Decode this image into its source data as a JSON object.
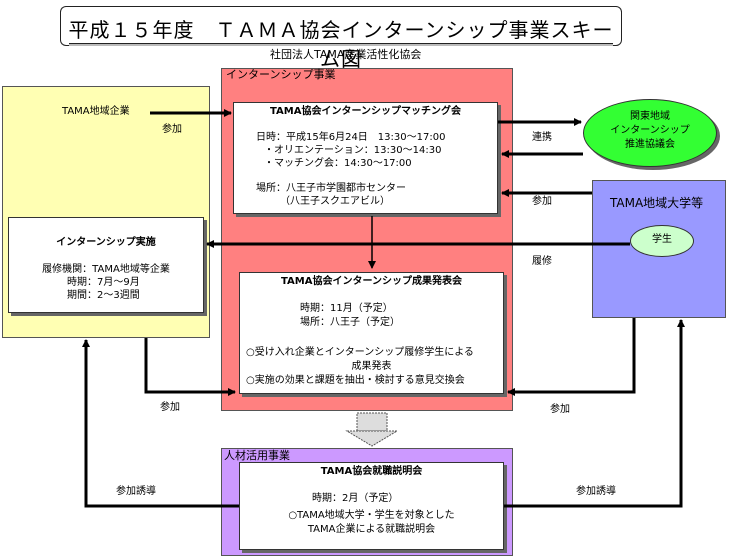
{
  "title": "平成１５年度　ＴＡＭＡ協会インターンシップ事業スキーム図",
  "organizer": "社団法人TAMA産業活性化協会",
  "areas": {
    "internship_program": "インターンシップ事業",
    "hr_program": "人材活用事業",
    "university": "TAMA地域大学等"
  },
  "companies": {
    "label": "TAMA地域企業",
    "participate": "参加"
  },
  "matching": {
    "title": "TAMA協会インターンシップマッチング会",
    "date": "日時：平成15年6月24日　13:30～17:00",
    "orientation": "・オリエンテーション：13:30～14:30",
    "matching_time": "・マッチング会：14:30～17:00",
    "place": "場所：八王子市学園都市センター",
    "place_sub": "（八王子スクエアビル）"
  },
  "kanto": {
    "line1": "関東地域",
    "line2": "インターンシップ",
    "line3": "推進協議会"
  },
  "implementation": {
    "title": "インターンシップ実施",
    "host": "履修機関：TAMA地域等企業",
    "period": "時期：7月～9月",
    "duration": "期間：2～3週間"
  },
  "student": "学生",
  "results": {
    "title": "TAMA協会インターンシップ成果発表会",
    "time": "時期：11月（予定）",
    "place": "場所：八王子（予定）",
    "item1a": "○受け入れ企業とインターンシップ履修学生による",
    "item1b": "成果発表",
    "item2": "○実施の効果と課題を抽出・検討する意見交換会"
  },
  "jobfair": {
    "title": "TAMA協会就職説明会",
    "time": "時期：2月（予定）",
    "line1": "○TAMA地域大学・学生を対象とした",
    "line2": "TAMA企業による就職説明会"
  },
  "labels": {
    "cooperation": "連携",
    "participate_univ": "参加",
    "course": "履修",
    "participate_bottom_left": "参加",
    "participate_bottom_right": "参加",
    "guide_left": "参加誘導",
    "guide_right": "参加誘導"
  }
}
